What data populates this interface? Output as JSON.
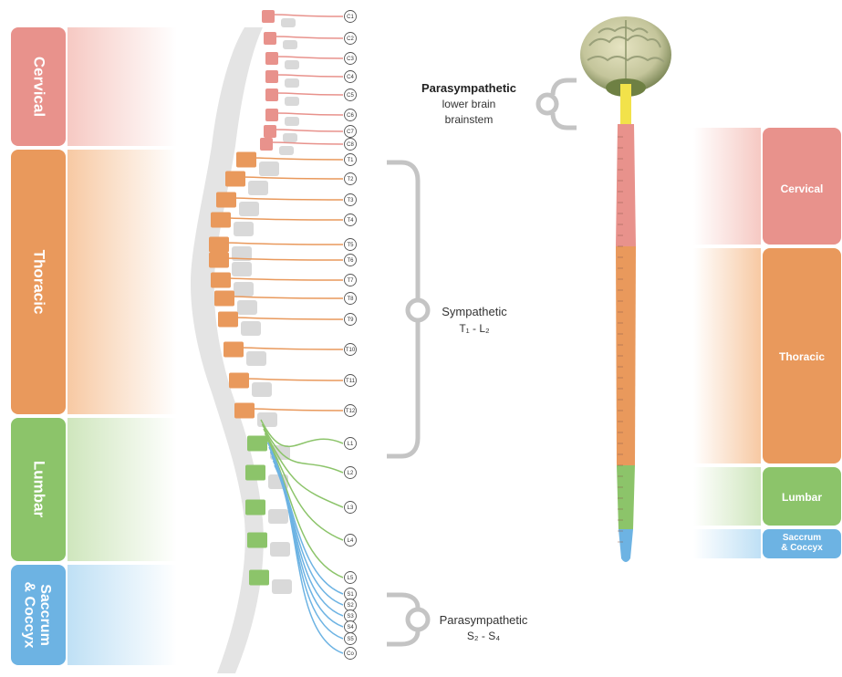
{
  "left_regions": [
    {
      "label": "Cervical",
      "color": "#e8928c",
      "fade": "#f6c9c3"
    },
    {
      "label": "Thoracic",
      "color": "#e9995c",
      "fade": "#f7c9a3"
    },
    {
      "label": "Lumbar",
      "color": "#8cc46a",
      "fade": "#cfe6bd"
    },
    {
      "label": "Saccrum\n& Coccyx",
      "color": "#6db3e3",
      "fade": "#bfe0f5"
    }
  ],
  "right_regions": [
    {
      "label": "Cervical",
      "color": "#e8928c",
      "fade": "#f6c9c3"
    },
    {
      "label": "Thoracic",
      "color": "#e9995c",
      "fade": "#f7c9a3"
    },
    {
      "label": "Lumbar",
      "color": "#8cc46a",
      "fade": "#cfe6bd"
    },
    {
      "label": "Saccrum\n& Coccyx",
      "color": "#6db3e3",
      "fade": "#bfe0f5"
    }
  ],
  "nerve_labels": [
    "C1",
    "C2",
    "C3",
    "C4",
    "C5",
    "C6",
    "C7",
    "C8",
    "T1",
    "T2",
    "T3",
    "T4",
    "T5",
    "T6",
    "T7",
    "T8",
    "T9",
    "T10",
    "T11",
    "T12",
    "L1",
    "L2",
    "L3",
    "L4",
    "L5",
    "S1",
    "S2",
    "S3",
    "S4",
    "S5",
    "Co"
  ],
  "annotations": {
    "parasympathetic_top_title": "Parasympathetic",
    "parasympathetic_top_line1": "lower brain",
    "parasympathetic_top_line2": "brainstem",
    "sympathetic_title": "Sympathetic",
    "sympathetic_range": "T₁ - L₂",
    "parasympathetic_bottom_title": "Parasympathetic",
    "parasympathetic_bottom_range": "S₂ - S₄"
  },
  "colors": {
    "cervical": "#e8928c",
    "thoracic": "#e9995c",
    "lumbar": "#8cc46a",
    "sacral": "#6db3e3",
    "bone": "#d9d9d9",
    "bracket": "#c4c4c4",
    "brainstem": "#f2e24a"
  }
}
